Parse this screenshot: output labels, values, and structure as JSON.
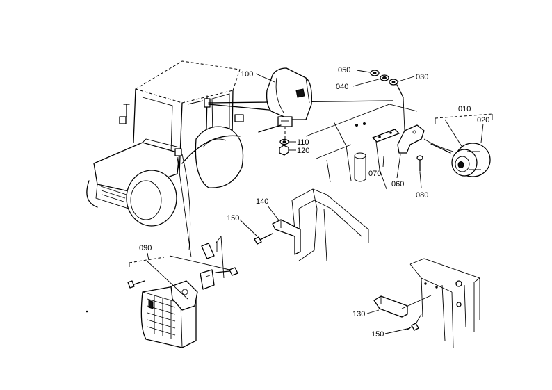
{
  "labels": {
    "p010": "010",
    "p020": "020",
    "p030": "030",
    "p040": "040",
    "p050": "050",
    "p060": "060",
    "p070": "070",
    "p080": "080",
    "p090": "090",
    "p100": "100",
    "p110": "110",
    "p120": "120",
    "p130": "130",
    "p140": "140",
    "p150a": "150",
    "p150b": "150"
  }
}
